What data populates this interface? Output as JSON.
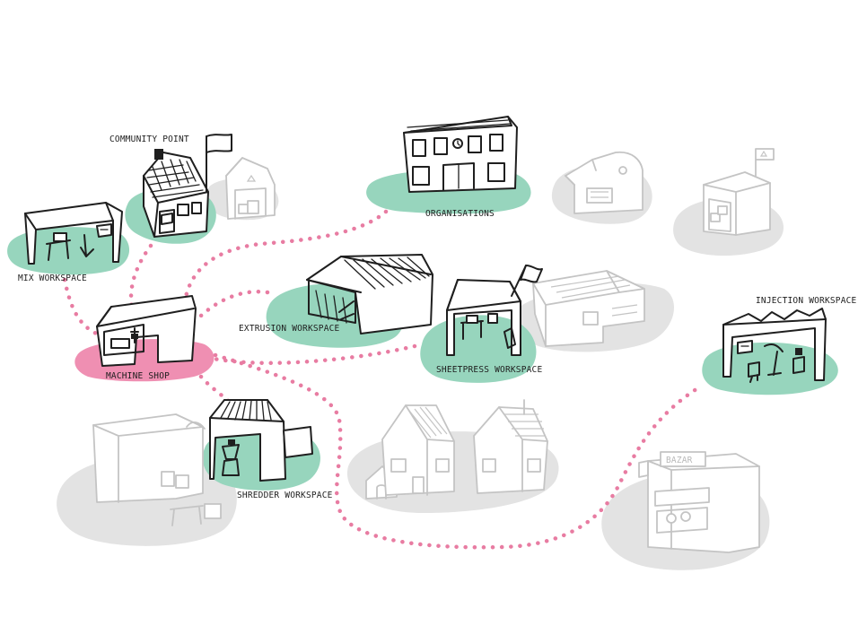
{
  "colors": {
    "highlight": "#97d5bd",
    "active": "#ef8fb2",
    "inactive": "#e3e3e3",
    "path": "#e87ca2"
  },
  "labels": {
    "community_point": "COMMUNITY POINT",
    "mix_workspace": "MIX WORKSPACE",
    "organisations": "ORGANISATIONS",
    "extrusion_workspace": "EXTRUSION WORKSPACE",
    "machine_shop": "MACHINE SHOP",
    "sheetpress_workspace": "SHEETPRESS WORKSPACE",
    "injection_workspace": "INJECTION WORKSPACE",
    "shredder_workspace": "SHREDDER WORKSPACE",
    "bazar_sign": "BAZAR"
  },
  "icons": [
    "flag-icon",
    "recycle-icon",
    "school-building-icon",
    "clock-icon",
    "shed-icon",
    "house-icon",
    "warehouse-icon",
    "doghouse-icon",
    "market-stall-icon"
  ]
}
